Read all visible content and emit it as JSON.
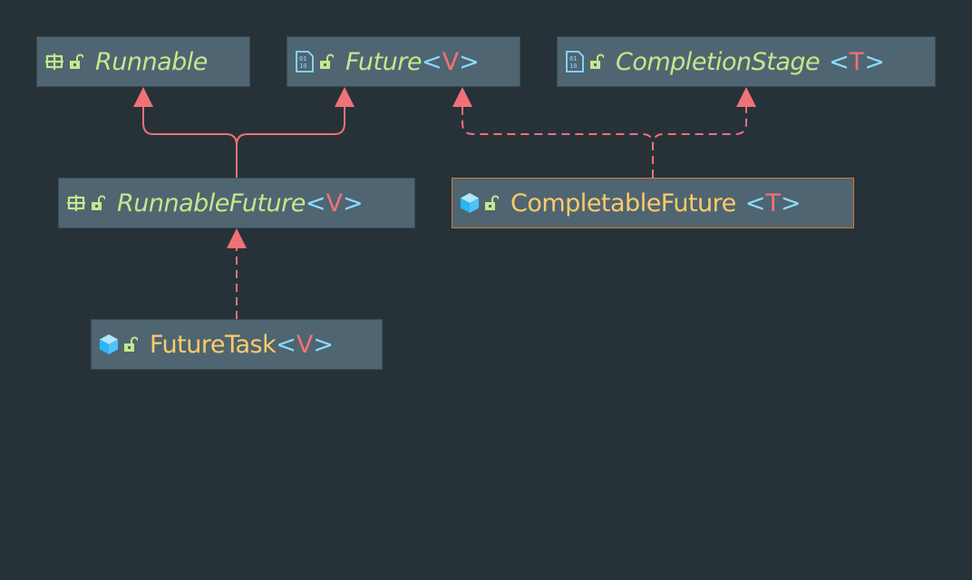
{
  "colors": {
    "background": "#263238",
    "node_fill": "#4f6571",
    "interface_name": "#c3e88d",
    "class_name": "#ffcb6b",
    "type_param": "#f07178",
    "brackets": "#89ddff",
    "edge": "#f07178",
    "selected_border": "#d17a34"
  },
  "nodes": {
    "runnable": {
      "name": "Runnable",
      "kind": "interface",
      "icon": "functional-interface-icon"
    },
    "future": {
      "name": "Future",
      "type_param": "V",
      "kind": "interface",
      "icon": "interface-icon"
    },
    "completion_stage": {
      "name": "CompletionStage",
      "type_param": "T",
      "kind": "interface",
      "icon": "interface-icon"
    },
    "runnable_future": {
      "name": "RunnableFuture",
      "type_param": "V",
      "kind": "interface",
      "icon": "functional-interface-icon"
    },
    "completable_future": {
      "name": "CompletableFuture",
      "type_param": "T",
      "kind": "class",
      "icon": "class-icon",
      "selected": true
    },
    "future_task": {
      "name": "FutureTask",
      "type_param": "V",
      "kind": "class",
      "icon": "class-icon"
    }
  },
  "brackets": {
    "open": "<",
    "close": ">"
  },
  "edges": [
    {
      "from": "RunnableFuture",
      "to": "Runnable",
      "style": "solid"
    },
    {
      "from": "RunnableFuture",
      "to": "Future",
      "style": "solid"
    },
    {
      "from": "CompletableFuture",
      "to": "Future",
      "style": "dashed"
    },
    {
      "from": "CompletableFuture",
      "to": "CompletionStage",
      "style": "dashed"
    },
    {
      "from": "FutureTask",
      "to": "RunnableFuture",
      "style": "dashed"
    }
  ]
}
